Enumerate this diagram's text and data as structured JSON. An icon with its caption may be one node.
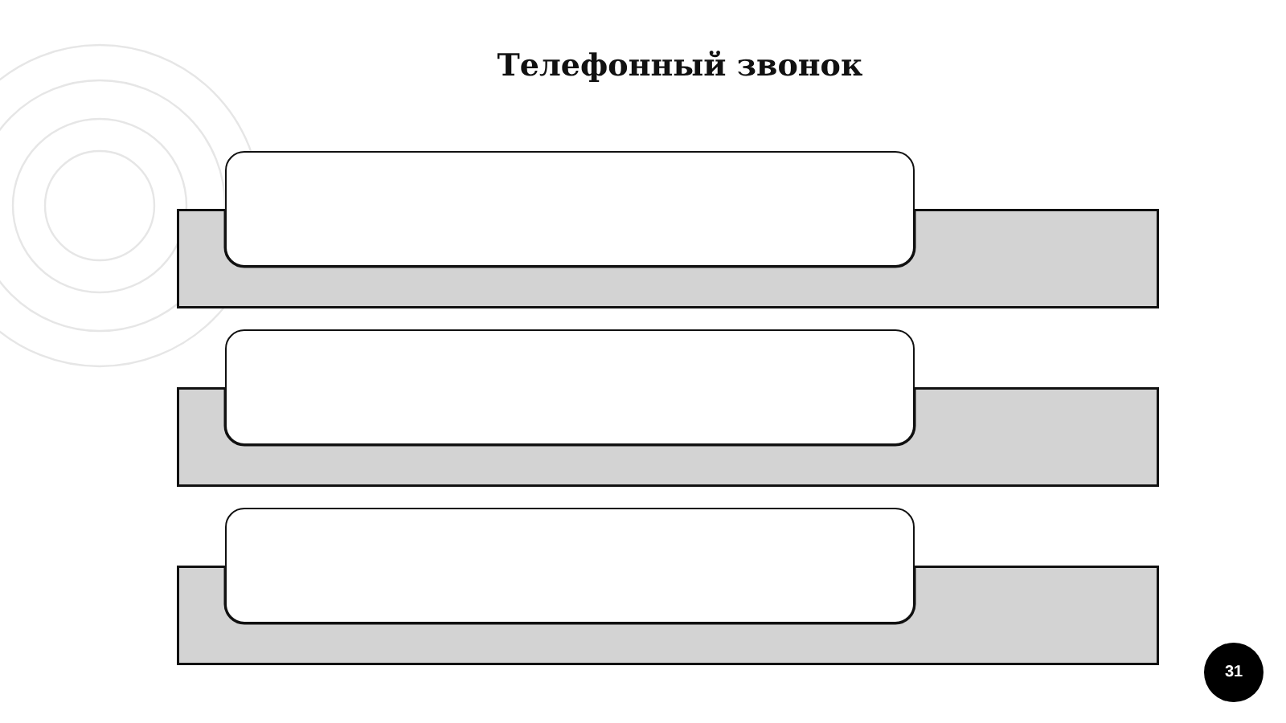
{
  "diagram": {
    "title": "Телефонный звонок",
    "nodes": [
      {
        "text": [],
        "shape": "bar"
      },
      {
        "text": [],
        "shape": "box"
      },
      {
        "text": [],
        "shape": "bar"
      },
      {
        "text": [],
        "shape": "box"
      },
      {
        "text": [],
        "shape": "bar"
      },
      {
        "text": [],
        "shape": "box"
      },
      {
        "text": [
          "31"
        ]
      }
    ],
    "edges": []
  }
}
